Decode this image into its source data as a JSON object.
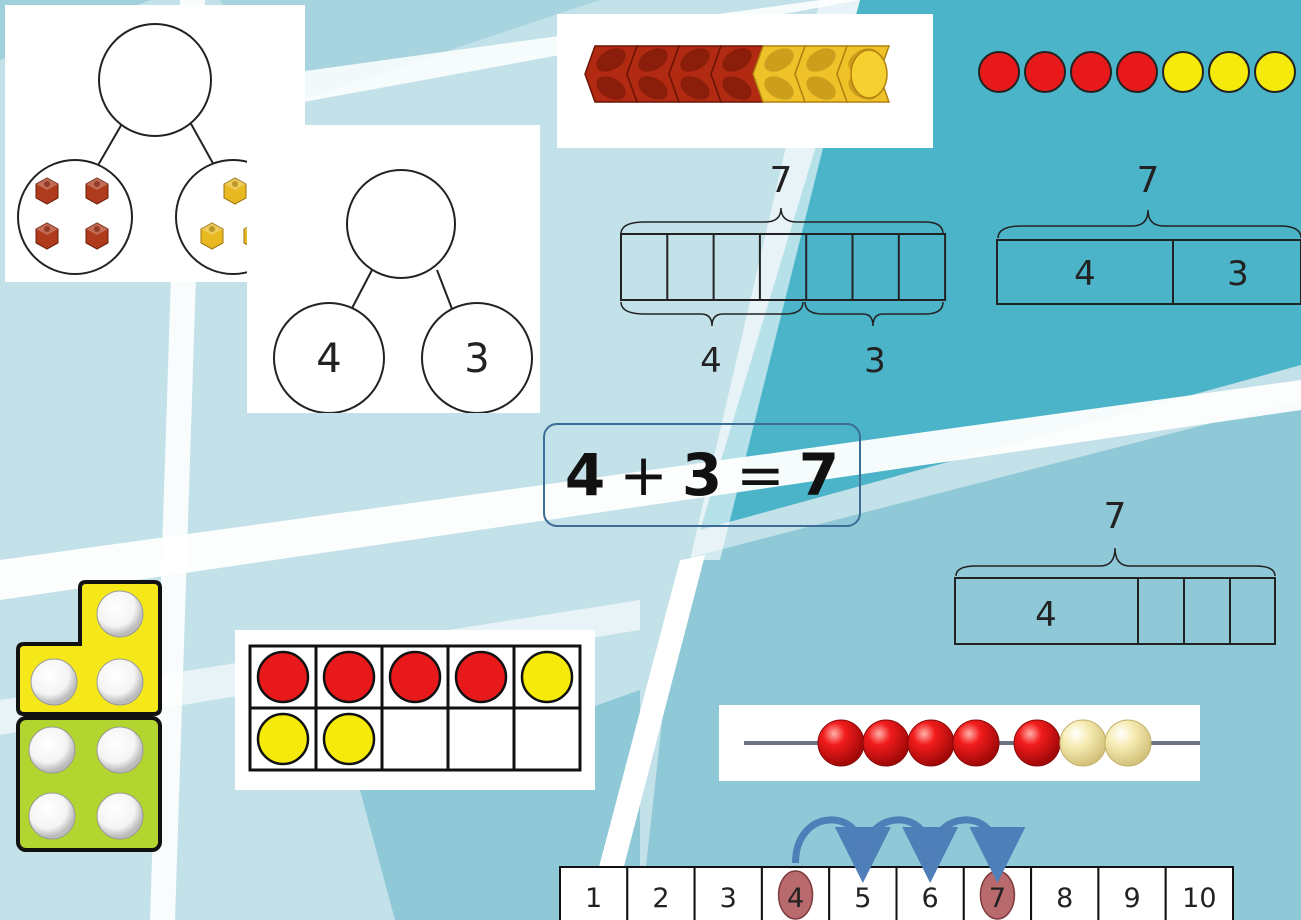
{
  "colors": {
    "background_light": "#c3e1e8",
    "background_mid": "#8fc8d6",
    "background_dark": "#4bb4c8",
    "counter_red": "#e8191b",
    "counter_yellow": "#f5ea0a",
    "cube_red": "#b03a1c",
    "cube_yellow": "#e8b820",
    "dice_yellow": "#f5e81a",
    "dice_green": "#b2d530",
    "number_line_highlight": "#b96a6c",
    "jump_arrow": "#4f7fb8",
    "equation_border": "#3d6d96"
  },
  "part_whole_cubes": {
    "part_a_count": 4,
    "part_b_count": 3
  },
  "part_whole_numbers": {
    "whole": "",
    "part_a": "4",
    "part_b": "3"
  },
  "cube_train": {
    "red_cubes": 4,
    "yellow_cubes": 3
  },
  "counter_row": {
    "red_counters": 4,
    "yellow_counters": 3
  },
  "cells_bar_model": {
    "total": "7",
    "part_a": "4",
    "part_b": "3",
    "cells": 7
  },
  "bar_model": {
    "total": "7",
    "part_a": "4",
    "part_b": "3"
  },
  "equation": {
    "left": "4",
    "operator": "+",
    "right": "3",
    "equals": "=",
    "result": "7"
  },
  "missing_part_bar": {
    "total": "7",
    "known_part": "4",
    "unknown_cells": 3
  },
  "ten_frame": {
    "red_counters": 4,
    "yellow_counters": 3,
    "empty_cells": 3
  },
  "dice_blocks": {
    "top_dots": 3,
    "bottom_dots": 4
  },
  "bead_string": {
    "red_beads": 5,
    "cream_beads": 2
  },
  "number_line": {
    "numbers": [
      "1",
      "2",
      "3",
      "4",
      "5",
      "6",
      "7",
      "8",
      "9",
      "10"
    ],
    "start_highlight": "4",
    "end_highlight": "7",
    "jumps": 3
  }
}
